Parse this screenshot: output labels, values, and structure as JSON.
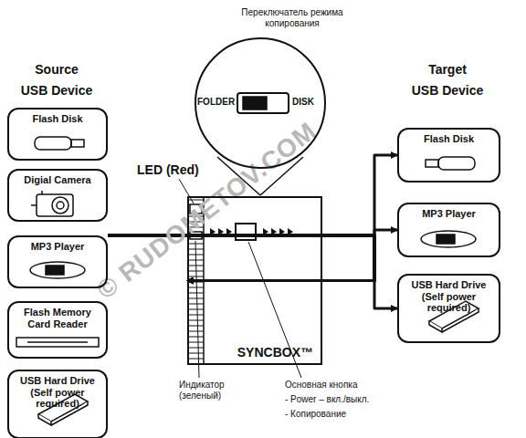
{
  "diagram": {
    "nodes": [
      {
        "text": [
          "Flash Disk"
        ]
      },
      {
        "text": [
          "Digial Camera"
        ]
      },
      {
        "text": [
          "MP3 Player"
        ]
      },
      {
        "text": [
          "Flash Memory Card Reader"
        ]
      },
      {
        "text": [
          "USB Hard Drive (Self power required)"
        ]
      },
      {
        "text": [
          "FOLDER",
          "DISK"
        ]
      },
      {
        "text": [
          "SYNCBOX™"
        ]
      },
      {
        "text": [
          "Flash Disk"
        ]
      },
      {
        "text": [
          "MP3 Player"
        ]
      },
      {
        "text": [
          "USB Hard Drive (Self power required)"
        ]
      }
    ],
    "edges": [
      {
        "from": 0,
        "to": 6,
        "arrow": "to"
      },
      {
        "from": 1,
        "to": 6,
        "arrow": "to"
      },
      {
        "from": 2,
        "to": 6,
        "arrow": "to"
      },
      {
        "from": 3,
        "to": 6,
        "arrow": "to"
      },
      {
        "from": 4,
        "to": 6,
        "arrow": "to"
      },
      {
        "from": 6,
        "to": 7,
        "arrow": "to"
      },
      {
        "from": 6,
        "to": 8,
        "arrow": "to"
      },
      {
        "from": 6,
        "to": 9,
        "arrow": "to"
      }
    ],
    "labels": [
      "Source",
      "USB Device",
      "Target",
      "USB Device",
      "Переключатель режима копирования",
      "LED (Red)",
      "Индикатор (зеленый)",
      "Основная кнопка",
      "- Power – вкл./выкл.",
      "- Копирование",
      "© RUDOMETOV.COM"
    ]
  }
}
